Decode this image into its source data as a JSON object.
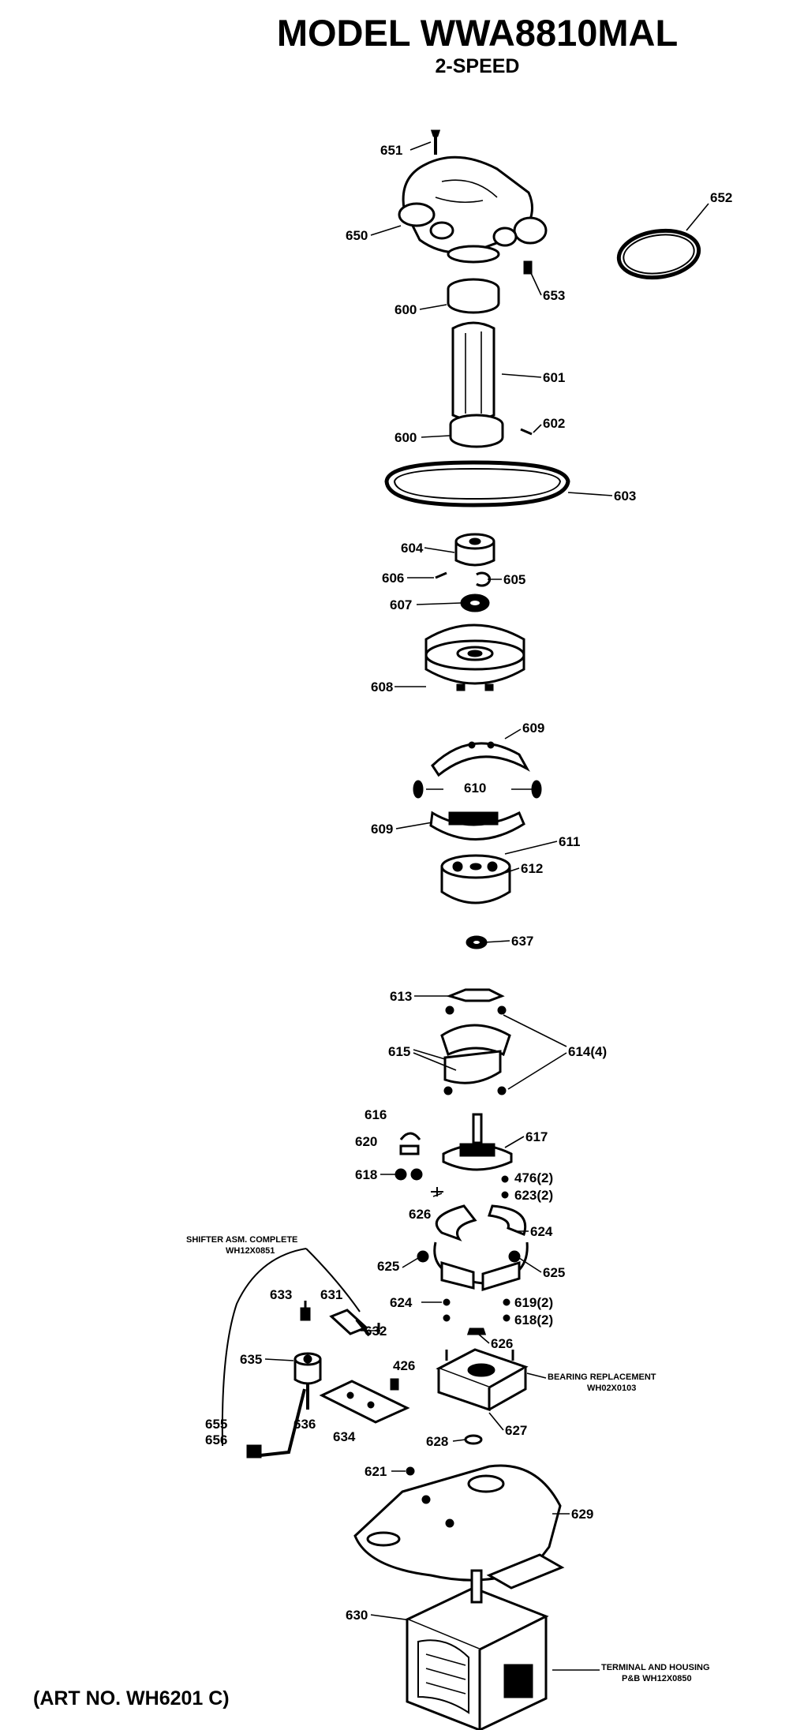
{
  "header": {
    "title": "MODEL WWA8810MAL",
    "subtitle": "2-SPEED"
  },
  "footer": {
    "art_no": "(ART NO. WH6201 C)"
  },
  "labels": [
    {
      "id": "l651",
      "text": "651"
    },
    {
      "id": "l652",
      "text": "652"
    },
    {
      "id": "l650",
      "text": "650"
    },
    {
      "id": "l653",
      "text": "653"
    },
    {
      "id": "l600a",
      "text": "600"
    },
    {
      "id": "l601",
      "text": "601"
    },
    {
      "id": "l600b",
      "text": "600"
    },
    {
      "id": "l602",
      "text": "602"
    },
    {
      "id": "l603",
      "text": "603"
    },
    {
      "id": "l604",
      "text": "604"
    },
    {
      "id": "l606",
      "text": "606"
    },
    {
      "id": "l605",
      "text": "605"
    },
    {
      "id": "l607",
      "text": "607"
    },
    {
      "id": "l608",
      "text": "608"
    },
    {
      "id": "l609a",
      "text": "609"
    },
    {
      "id": "l610",
      "text": "610"
    },
    {
      "id": "l609b",
      "text": "609"
    },
    {
      "id": "l611",
      "text": "611"
    },
    {
      "id": "l612",
      "text": "612"
    },
    {
      "id": "l637",
      "text": "637"
    },
    {
      "id": "l613",
      "text": "613"
    },
    {
      "id": "l614",
      "text": "614(4)"
    },
    {
      "id": "l615",
      "text": "615"
    },
    {
      "id": "l616",
      "text": "616"
    },
    {
      "id": "l617",
      "text": "617"
    },
    {
      "id": "l620",
      "text": "620"
    },
    {
      "id": "l618",
      "text": "618"
    },
    {
      "id": "l476",
      "text": "476(2)"
    },
    {
      "id": "l623",
      "text": "623(2)"
    },
    {
      "id": "l626a",
      "text": "626"
    },
    {
      "id": "l624a",
      "text": "624"
    },
    {
      "id": "l625a",
      "text": "625"
    },
    {
      "id": "l625b",
      "text": "625"
    },
    {
      "id": "l624b",
      "text": "624"
    },
    {
      "id": "l619",
      "text": "619(2)"
    },
    {
      "id": "l618b",
      "text": "618(2)"
    },
    {
      "id": "l633",
      "text": "633"
    },
    {
      "id": "l631",
      "text": "631"
    },
    {
      "id": "l632",
      "text": "632"
    },
    {
      "id": "l626b",
      "text": "626"
    },
    {
      "id": "l635",
      "text": "635"
    },
    {
      "id": "l426",
      "text": "426"
    },
    {
      "id": "l636",
      "text": "636"
    },
    {
      "id": "l634",
      "text": "634"
    },
    {
      "id": "l655",
      "text": "655"
    },
    {
      "id": "l656",
      "text": "656"
    },
    {
      "id": "l628",
      "text": "628"
    },
    {
      "id": "l627",
      "text": "627"
    },
    {
      "id": "l621",
      "text": "621"
    },
    {
      "id": "l629",
      "text": "629"
    },
    {
      "id": "l630",
      "text": "630"
    }
  ],
  "notes": {
    "shifter_line1": "SHIFTER ASM. COMPLETE",
    "shifter_line2": "WH12X0851",
    "bearing_line1": "BEARING REPLACEMENT",
    "bearing_line2": "WH02X0103",
    "terminal_line1": "TERMINAL AND HOUSING",
    "terminal_line2": "P&B WH12X0850"
  }
}
